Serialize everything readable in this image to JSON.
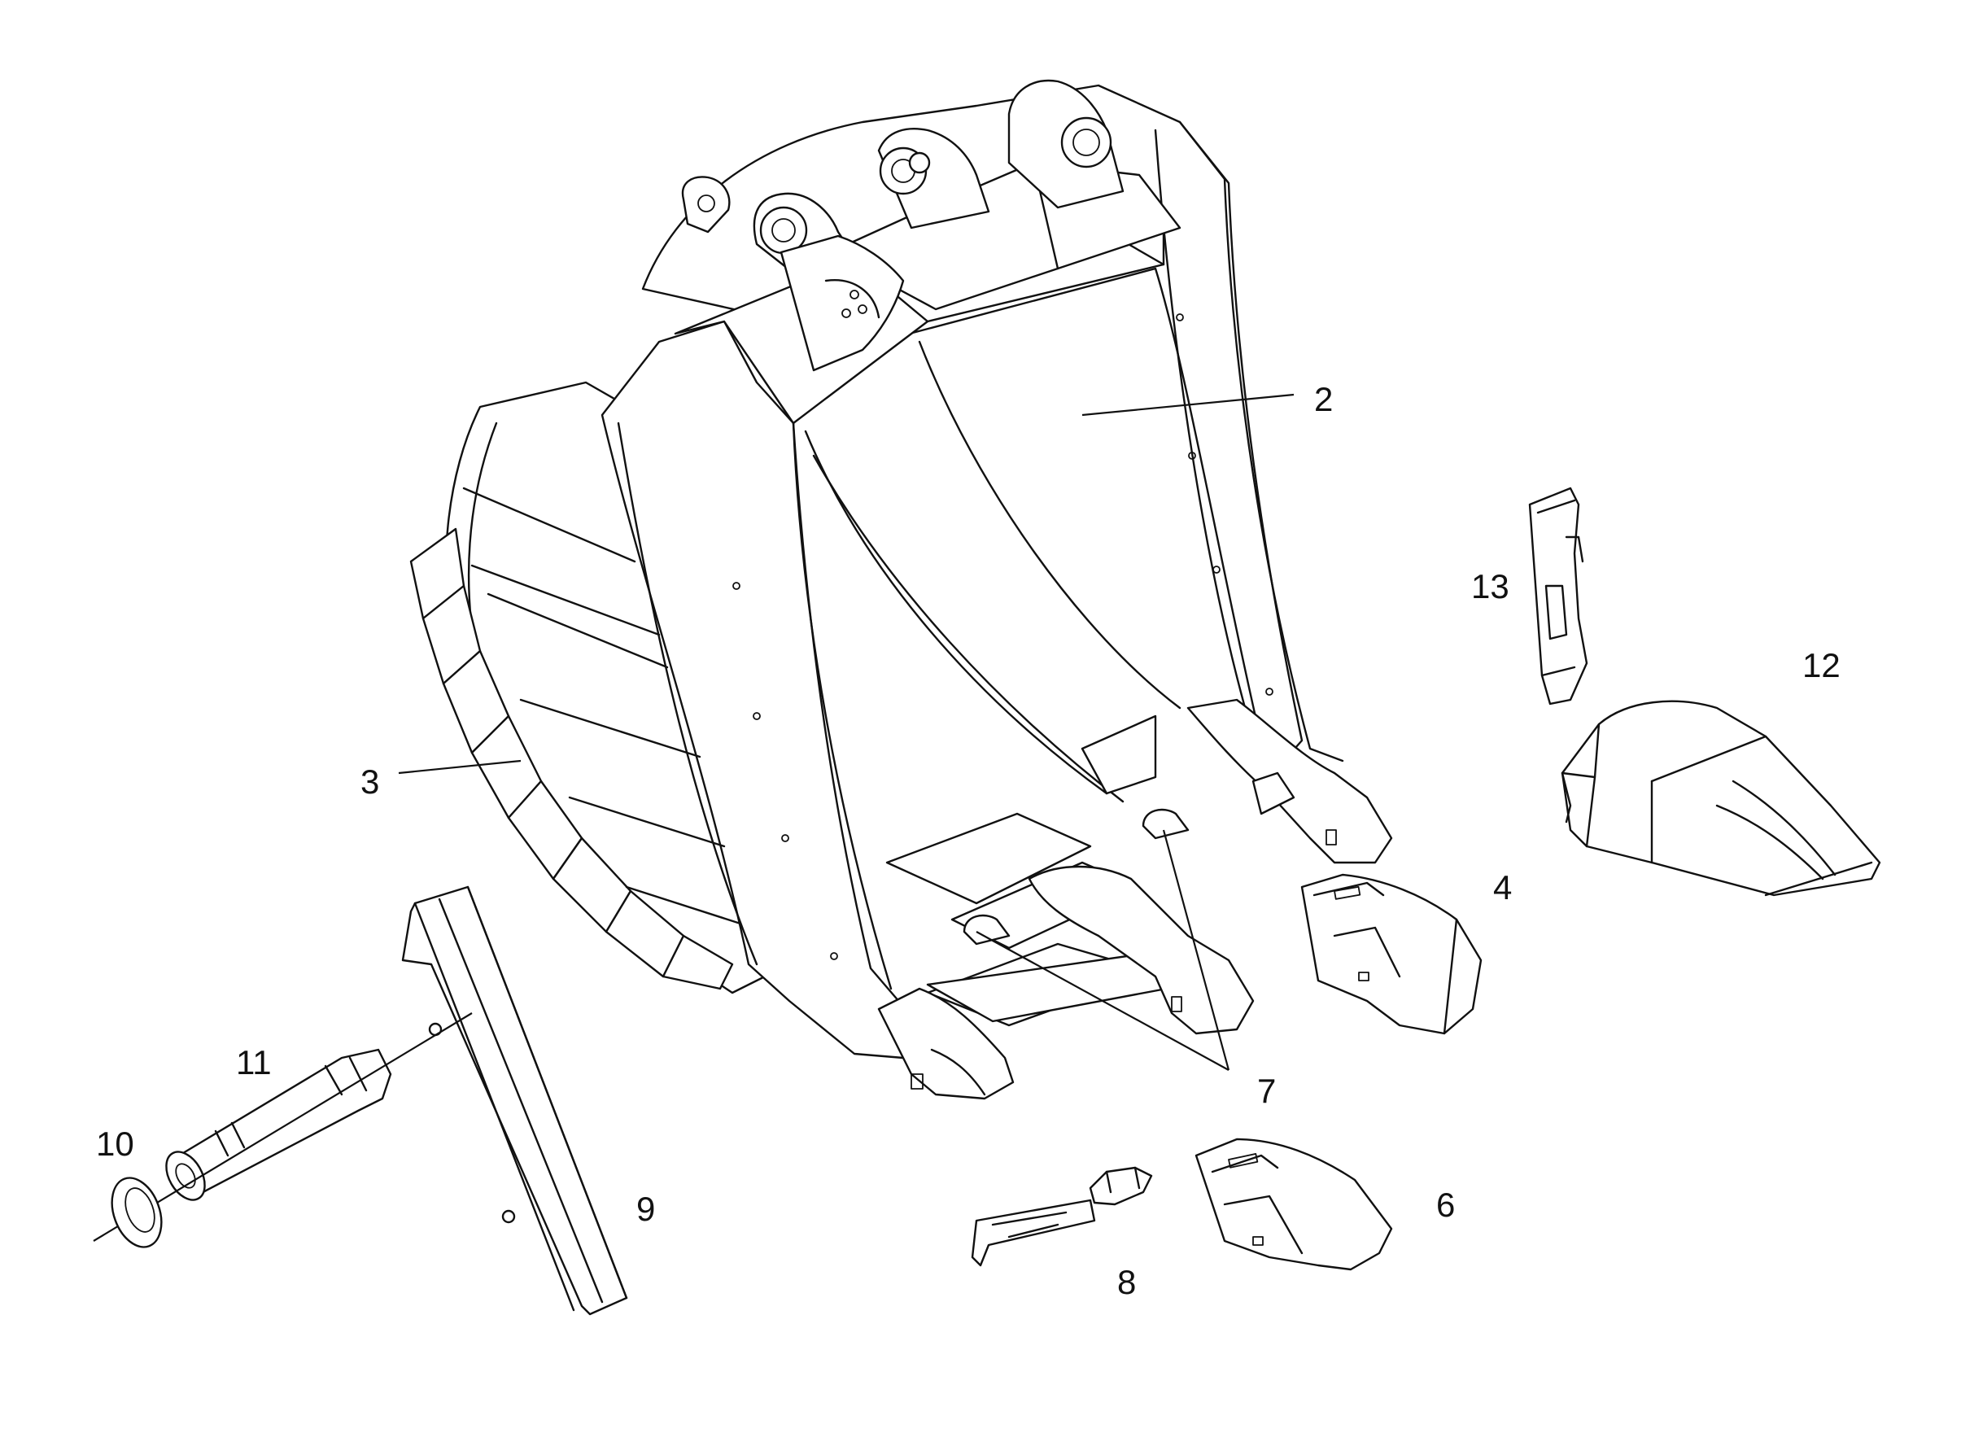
{
  "callouts": [
    {
      "id": "2",
      "text": "2"
    },
    {
      "id": "3",
      "text": "3"
    },
    {
      "id": "4",
      "text": "4"
    },
    {
      "id": "6",
      "text": "6"
    },
    {
      "id": "7",
      "text": "7"
    },
    {
      "id": "8",
      "text": "8"
    },
    {
      "id": "9",
      "text": "9"
    },
    {
      "id": "10",
      "text": "10"
    },
    {
      "id": "11",
      "text": "11"
    },
    {
      "id": "12",
      "text": "12"
    },
    {
      "id": "13",
      "text": "13"
    }
  ],
  "colors": {
    "line": "#111111",
    "background": "#ffffff"
  }
}
